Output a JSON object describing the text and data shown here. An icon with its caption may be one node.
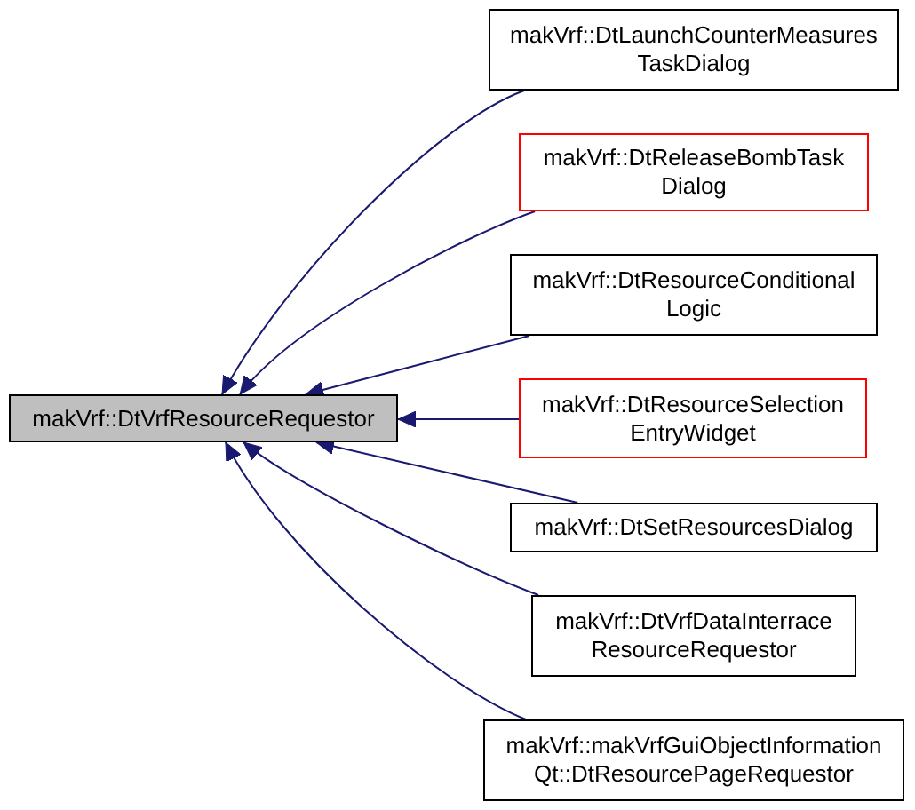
{
  "diagram": {
    "nodes": [
      {
        "text": [
          "makVrf::DtVrfResourceRequestor"
        ]
      },
      {
        "text": [
          "makVrf::DtLaunchCounterMeasures TaskDialog"
        ]
      },
      {
        "text": [
          "makVrf::DtReleaseBombTask Dialog"
        ]
      },
      {
        "text": [
          "makVrf::DtResourceConditional Logic"
        ]
      },
      {
        "text": [
          "makVrf::DtResourceSelection EntryWidget"
        ]
      },
      {
        "text": [
          "makVrf::DtSetResourcesDialog"
        ]
      },
      {
        "text": [
          "makVrf::DtVrfDataInterrace ResourceRequestor"
        ]
      },
      {
        "text": [
          "makVrf::makVrfGuiObjectInformation Qt::DtResourcePageRequestor"
        ]
      }
    ],
    "edges": [
      {
        "from": 1,
        "to": 0,
        "arrow": "to"
      },
      {
        "from": 2,
        "to": 0,
        "arrow": "to"
      },
      {
        "from": 3,
        "to": 0,
        "arrow": "to"
      },
      {
        "from": 4,
        "to": 0,
        "arrow": "to"
      },
      {
        "from": 5,
        "to": 0,
        "arrow": "to"
      },
      {
        "from": 6,
        "to": 0,
        "arrow": "to"
      },
      {
        "from": 7,
        "to": 0,
        "arrow": "to"
      }
    ]
  }
}
